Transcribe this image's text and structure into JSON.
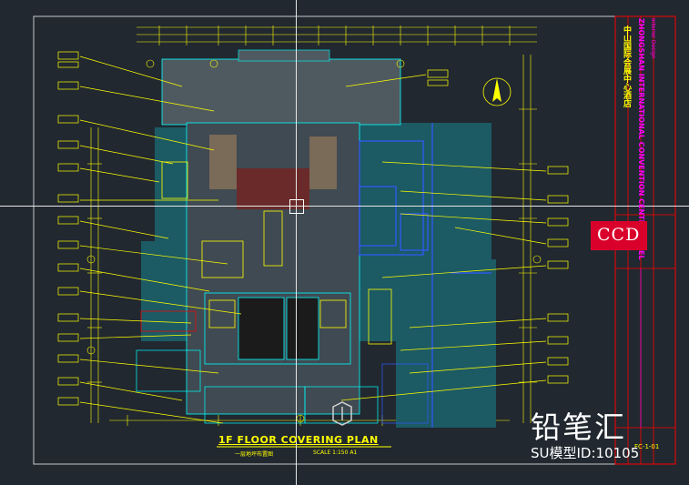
{
  "drawing": {
    "title": "1F FLOOR COVERING PLAN",
    "subtitle": "一层地坪布置图",
    "scale": "SCALE  1:150  A1",
    "project_cn": "中山国际会展中心酒店",
    "project_en": "ZHONGSHAN INTERNATIONAL CONVENTION CENTRE HOTEL",
    "project_note": "Interior Design",
    "drawing_no": "FC-1-01",
    "logo": "CCD"
  },
  "watermark": {
    "brand": "铅笔汇",
    "model_id": "SU模型ID:10105"
  },
  "colors": {
    "background": "#212830",
    "yellow": "#ffff00",
    "cyan": "#00ffff",
    "magenta": "#ff00ff",
    "red": "#ff0000",
    "green": "#00ff7f",
    "blue": "#2f5bff",
    "teal_fill": "#1c5a64",
    "gray_fill": "#566066",
    "logo_red": "#d9002b"
  },
  "icons": {
    "north_arrow": "north-arrow-icon",
    "watermark_logo": "pencil-logo-icon"
  }
}
